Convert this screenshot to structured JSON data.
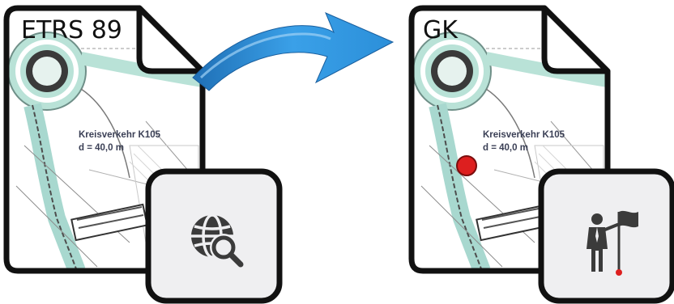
{
  "source_document": {
    "title": "ETRS 89",
    "map_label_line1": "Kreisverkehr K105",
    "map_label_line2": "d = 40,0 m",
    "tool_icon": "globe-search-icon"
  },
  "target_document": {
    "title": "GK",
    "map_label_line1": "Kreisverkehr K105",
    "map_label_line2": "d = 40,0 m",
    "tool_icon": "surveyor-flag-icon",
    "marker_color": "#dd1f1f"
  },
  "arrow": {
    "icon": "arrow-right-icon",
    "color": "#2b8fd9"
  },
  "colors": {
    "outline": "#111111",
    "map_water": "#a8d8cf",
    "icon_gray": "#3b3b3b",
    "badge_background": "#efeff1"
  }
}
